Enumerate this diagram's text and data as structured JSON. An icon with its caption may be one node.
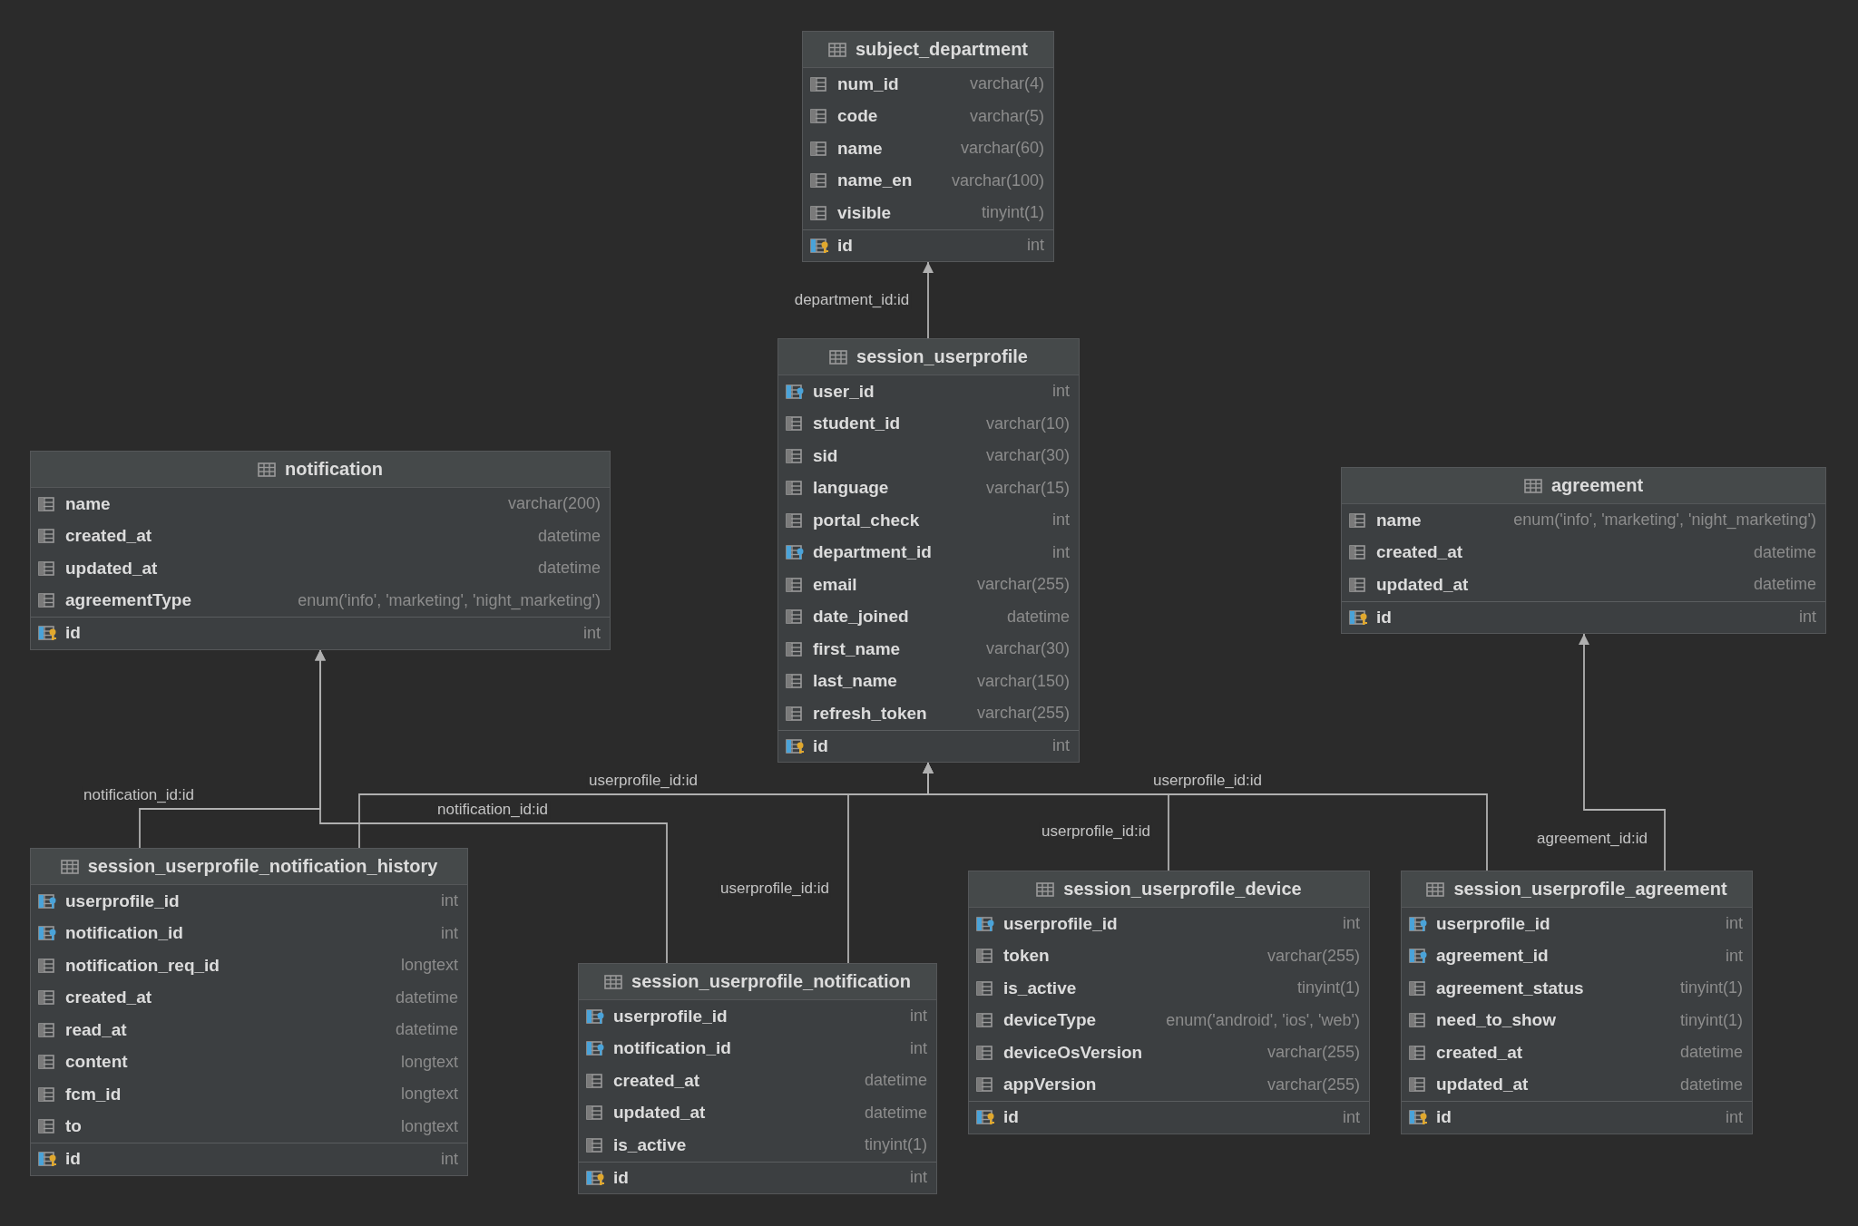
{
  "diagram": {
    "nodes": [
      {
        "text": [
          "subject_department"
        ]
      },
      {
        "text": [
          "num_id",
          "varchar(4)"
        ],
        "in": 0
      },
      {
        "text": [
          "code",
          "varchar(5)"
        ],
        "in": 0
      },
      {
        "text": [
          "name",
          "varchar(60)"
        ],
        "in": 0
      },
      {
        "text": [
          "name_en",
          "varchar(100)"
        ],
        "in": 0
      },
      {
        "text": [
          "visible",
          "tinyint(1)"
        ],
        "in": 0
      },
      {
        "text": [
          "id",
          "int"
        ],
        "in": 0
      },
      {
        "text": [
          "session_userprofile"
        ]
      },
      {
        "text": [
          "user_id",
          "int"
        ],
        "in": 7
      },
      {
        "text": [
          "student_id",
          "varchar(10)"
        ],
        "in": 7
      },
      {
        "text": [
          "sid",
          "varchar(30)"
        ],
        "in": 7
      },
      {
        "text": [
          "language",
          "varchar(15)"
        ],
        "in": 7
      },
      {
        "text": [
          "portal_check",
          "int"
        ],
        "in": 7
      },
      {
        "text": [
          "department_id",
          "int"
        ],
        "in": 7
      },
      {
        "text": [
          "email",
          "varchar(255)"
        ],
        "in": 7
      },
      {
        "text": [
          "date_joined",
          "datetime"
        ],
        "in": 7
      },
      {
        "text": [
          "first_name",
          "varchar(30)"
        ],
        "in": 7
      },
      {
        "text": [
          "last_name",
          "varchar(150)"
        ],
        "in": 7
      },
      {
        "text": [
          "refresh_token",
          "varchar(255)"
        ],
        "in": 7
      },
      {
        "text": [
          "id",
          "int"
        ],
        "in": 7
      },
      {
        "text": [
          "notification"
        ]
      },
      {
        "text": [
          "name",
          "varchar(200)"
        ],
        "in": 20
      },
      {
        "text": [
          "created_at",
          "datetime"
        ],
        "in": 20
      },
      {
        "text": [
          "updated_at",
          "datetime"
        ],
        "in": 20
      },
      {
        "text": [
          "agreementType",
          "enum('info', 'marketing', 'night_marketing')"
        ],
        "in": 20
      },
      {
        "text": [
          "id",
          "int"
        ],
        "in": 20
      },
      {
        "text": [
          "agreement"
        ]
      },
      {
        "text": [
          "name",
          "enum('info', 'marketing', 'night_marketing')"
        ],
        "in": 26
      },
      {
        "text": [
          "created_at",
          "datetime"
        ],
        "in": 26
      },
      {
        "text": [
          "updated_at",
          "datetime"
        ],
        "in": 26
      },
      {
        "text": [
          "id",
          "int"
        ],
        "in": 26
      },
      {
        "text": [
          "session_userprofile_notification_history"
        ]
      },
      {
        "text": [
          "userprofile_id",
          "int"
        ],
        "in": 31
      },
      {
        "text": [
          "notification_id",
          "int"
        ],
        "in": 31
      },
      {
        "text": [
          "notification_req_id",
          "longtext"
        ],
        "in": 31
      },
      {
        "text": [
          "created_at",
          "datetime"
        ],
        "in": 31
      },
      {
        "text": [
          "read_at",
          "datetime"
        ],
        "in": 31
      },
      {
        "text": [
          "content",
          "longtext"
        ],
        "in": 31
      },
      {
        "text": [
          "fcm_id",
          "longtext"
        ],
        "in": 31
      },
      {
        "text": [
          "to",
          "longtext"
        ],
        "in": 31
      },
      {
        "text": [
          "id",
          "int"
        ],
        "in": 31
      },
      {
        "text": [
          "session_userprofile_notification"
        ]
      },
      {
        "text": [
          "userprofile_id",
          "int"
        ],
        "in": 41
      },
      {
        "text": [
          "notification_id",
          "int"
        ],
        "in": 41
      },
      {
        "text": [
          "created_at",
          "datetime"
        ],
        "in": 41
      },
      {
        "text": [
          "updated_at",
          "datetime"
        ],
        "in": 41
      },
      {
        "text": [
          "is_active",
          "tinyint(1)"
        ],
        "in": 41
      },
      {
        "text": [
          "id",
          "int"
        ],
        "in": 41
      },
      {
        "text": [
          "session_userprofile_device"
        ]
      },
      {
        "text": [
          "userprofile_id",
          "int"
        ],
        "in": 48
      },
      {
        "text": [
          "token",
          "varchar(255)"
        ],
        "in": 48
      },
      {
        "text": [
          "is_active",
          "tinyint(1)"
        ],
        "in": 48
      },
      {
        "text": [
          "deviceType",
          "enum('android', 'ios', 'web')"
        ],
        "in": 48
      },
      {
        "text": [
          "deviceOsVersion",
          "varchar(255)"
        ],
        "in": 48
      },
      {
        "text": [
          "appVersion",
          "varchar(255)"
        ],
        "in": 48
      },
      {
        "text": [
          "id",
          "int"
        ],
        "in": 48
      },
      {
        "text": [
          "session_userprofile_agreement"
        ]
      },
      {
        "text": [
          "userprofile_id",
          "int"
        ],
        "in": 56
      },
      {
        "text": [
          "agreement_id",
          "int"
        ],
        "in": 56
      },
      {
        "text": [
          "agreement_status",
          "tinyint(1)"
        ],
        "in": 56
      },
      {
        "text": [
          "need_to_show",
          "tinyint(1)"
        ],
        "in": 56
      },
      {
        "text": [
          "created_at",
          "datetime"
        ],
        "in": 56
      },
      {
        "text": [
          "updated_at",
          "datetime"
        ],
        "in": 56
      },
      {
        "text": [
          "id",
          "int"
        ],
        "in": 56
      }
    ],
    "edges": [
      {
        "from": 7,
        "to": 0,
        "arrow": "to",
        "label": "department_id:id"
      },
      {
        "from": 31,
        "to": 20,
        "arrow": "to",
        "label": "notification_id:id"
      },
      {
        "from": 31,
        "to": 7,
        "arrow": "to",
        "label": "userprofile_id:id"
      },
      {
        "from": 41,
        "to": 20,
        "arrow": "to",
        "label": "notification_id:id"
      },
      {
        "from": 41,
        "to": 7,
        "arrow": "to",
        "label": "userprofile_id:id"
      },
      {
        "from": 48,
        "to": 7,
        "arrow": "to",
        "label": "userprofile_id:id"
      },
      {
        "from": 56,
        "to": 7,
        "arrow": "to",
        "label": "userprofile_id:id"
      },
      {
        "from": 56,
        "to": 26,
        "arrow": "to",
        "label": "agreement_id:id"
      }
    ]
  }
}
